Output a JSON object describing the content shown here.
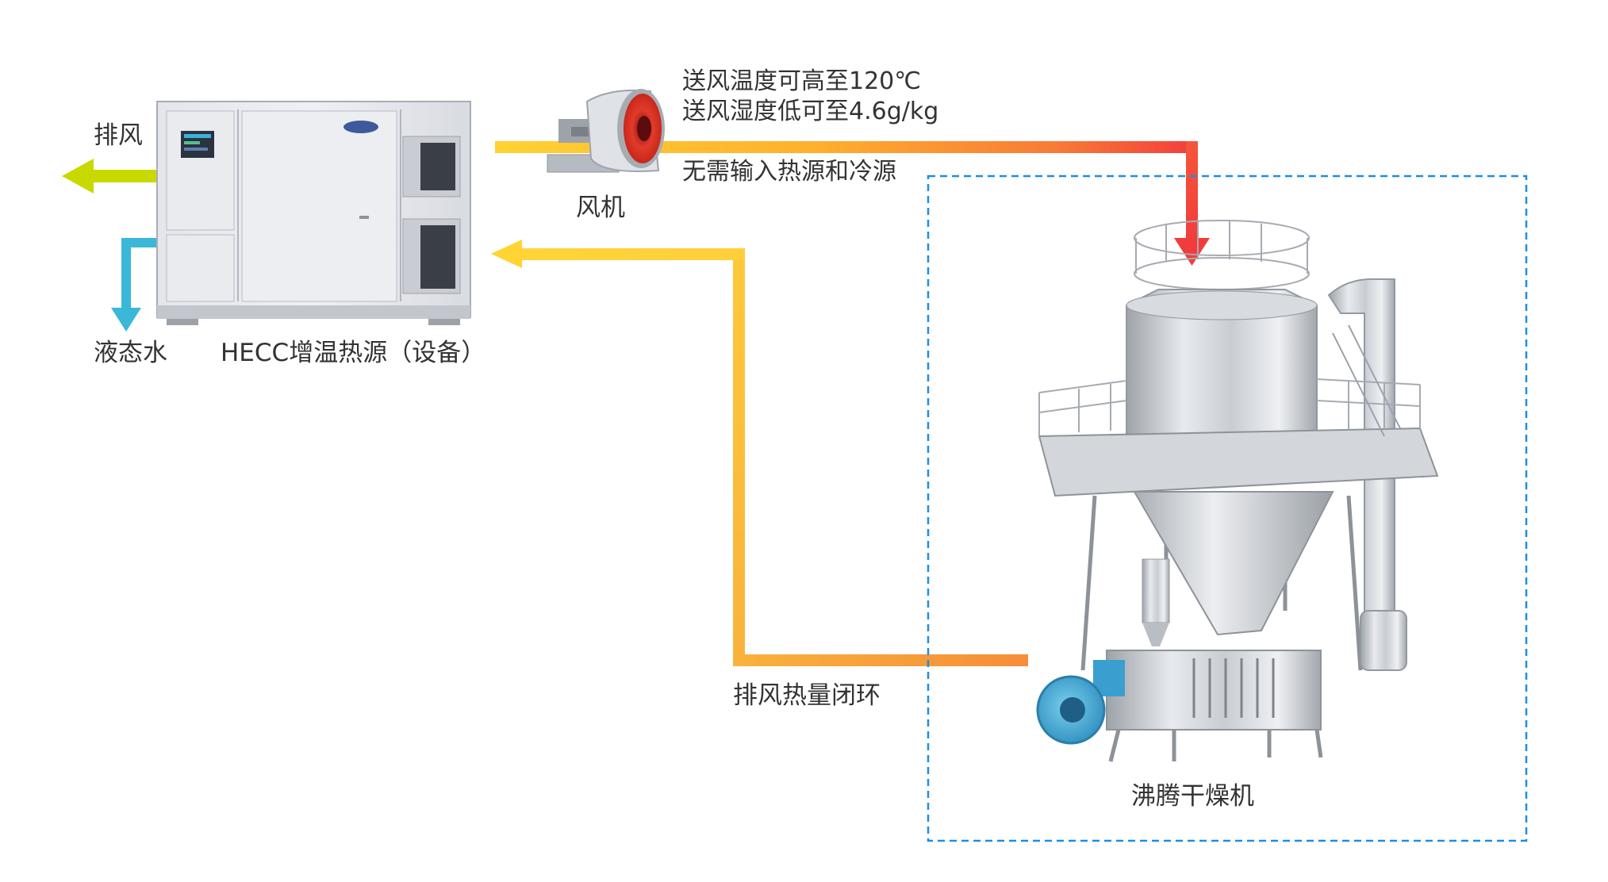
{
  "labels": {
    "exhaust": "排风",
    "liquid_water": "液态水",
    "device": "HECC增温热源（设备）",
    "fan": "风机",
    "supply_temp": "送风温度可高至120℃",
    "supply_humidity": "送风湿度低可至4.6g/kg",
    "no_input": "无需输入热源和冷源",
    "closed_loop": "排风热量闭环",
    "dryer": "沸腾干燥机"
  },
  "colors": {
    "exhaust_arrow": "#c8d900",
    "water_arrow": "#3bb7d8",
    "flow_yellow": "#ffd233",
    "flow_orange": "#f7a23b",
    "flow_red": "#f23c3c",
    "dashed_box": "#1a8fe3"
  },
  "icons": {
    "device": "hecc-heat-source-unit-icon",
    "fan": "centrifugal-fan-icon",
    "dryer": "fluid-bed-dryer-icon"
  }
}
